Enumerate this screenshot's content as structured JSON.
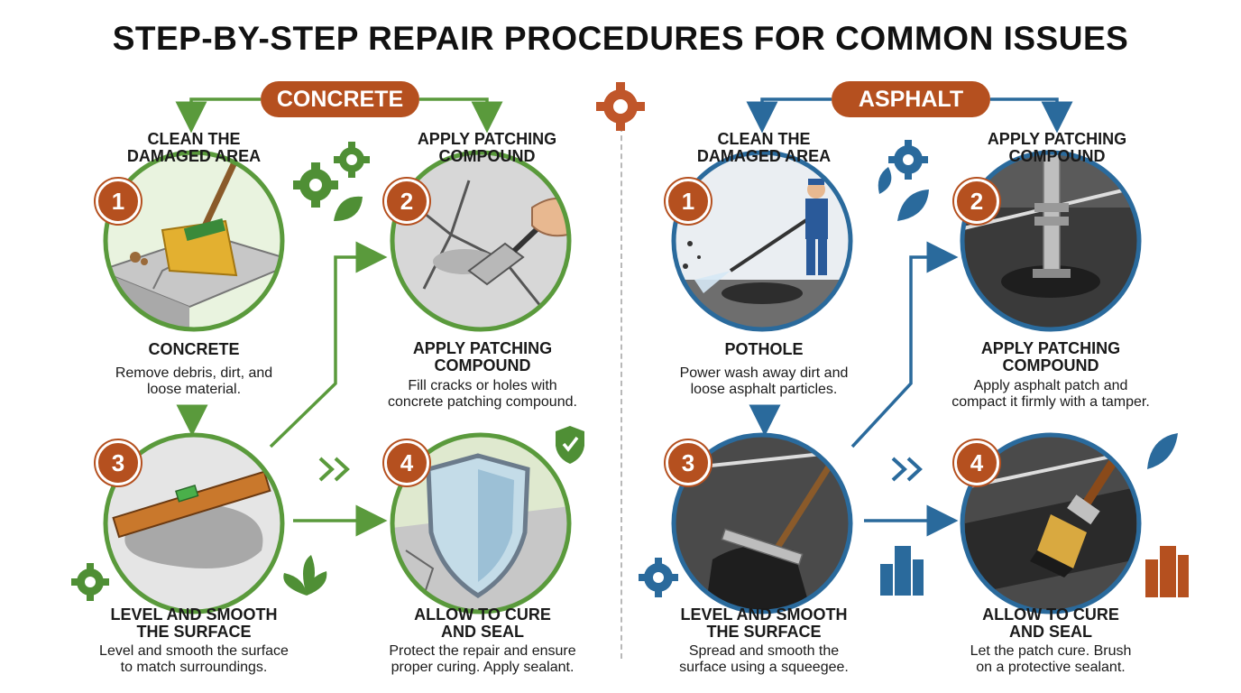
{
  "title": "STEP-BY-STEP REPAIR PROCEDURES FOR COMMON ISSUES",
  "colors": {
    "accent_orange": "#b5501f",
    "concrete_green": "#5a9a3c",
    "asphalt_blue": "#2a6a9c"
  },
  "concrete": {
    "label": "CONCRETE",
    "headers": [
      "CLEAN THE",
      "DAMAGED AREA",
      "APPLY PATCHING",
      "COMPOUND"
    ],
    "steps": [
      {
        "number": "1",
        "title": "CONCRETE",
        "desc_l1": "Remove debris, dirt, and",
        "desc_l2": "loose material."
      },
      {
        "number": "2",
        "title_l1": "APPLY PATCHING",
        "title_l2": "COMPOUND",
        "desc_l1": "Fill cracks or holes with",
        "desc_l2": "concrete patching compound."
      },
      {
        "number": "3",
        "title_l1": "LEVEL AND SMOOTH",
        "title_l2": "THE SURFACE",
        "desc_l1": "Level and smooth the surface",
        "desc_l2": "to match surroundings."
      },
      {
        "number": "4",
        "title_l1": "ALLOW TO CURE",
        "title_l2": "AND SEAL",
        "desc_l1": "Protect the repair and ensure",
        "desc_l2": "proper curing. Apply sealant."
      }
    ]
  },
  "asphalt": {
    "label": "ASPHALT",
    "headers": [
      "CLEAN THE",
      "DAMAGED AREA",
      "APPLY PATCHING",
      "COMPOUND"
    ],
    "steps": [
      {
        "number": "1",
        "title": "POTHOLE",
        "desc_l1": "Power wash away dirt and",
        "desc_l2": "loose asphalt particles."
      },
      {
        "number": "2",
        "title_l1": "APPLY PATCHING",
        "title_l2": "COMPOUND",
        "desc_l1": "Apply asphalt patch and",
        "desc_l2": "compact it firmly with a tamper."
      },
      {
        "number": "3",
        "title_l1": "LEVEL AND SMOOTH",
        "title_l2": "THE SURFACE",
        "desc_l1": "Spread and smooth the",
        "desc_l2": "surface using a squeegee."
      },
      {
        "number": "4",
        "title_l1": "ALLOW TO CURE",
        "title_l2": "AND SEAL",
        "desc_l1": "Let the patch cure. Brush",
        "desc_l2": "on a protective sealant."
      }
    ]
  }
}
